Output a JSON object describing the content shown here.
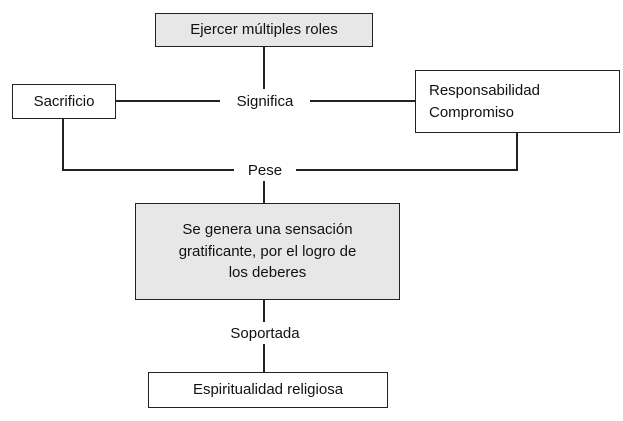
{
  "diagram": {
    "title": "Concept map: multiple roles and religious spirituality",
    "colors": {
      "box_fill_gray": "#e7e7e7",
      "box_fill_white": "#ffffff",
      "border": "#222222",
      "line": "#222222",
      "background": "#ffffff"
    },
    "nodes": {
      "ejercer": {
        "label": "Ejercer múltiples roles"
      },
      "sacrificio": {
        "label": "Sacrificio"
      },
      "significa": {
        "label": "Significa"
      },
      "responsabilidad": {
        "line1": "Responsabilidad",
        "line2": "Compromiso"
      },
      "pese": {
        "label": "Pese"
      },
      "sensacion": {
        "line1": "Se genera una sensación",
        "line2": "gratificante, por el logro de",
        "line3": "los deberes"
      },
      "soportada": {
        "label": "Soportada"
      },
      "espiritualidad": {
        "label": "Espiritualidad religiosa"
      }
    }
  }
}
